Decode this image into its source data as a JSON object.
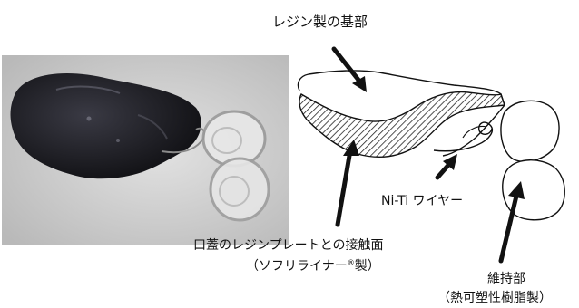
{
  "labels": {
    "resin_base": "レジン製の基部",
    "wire": "Ni-Ti ワイヤー",
    "palate_contact": "口蓋のレジンプレートとの接触面",
    "palate_contact_sub_pre": "（ソフリライナー",
    "palate_contact_sub_mark": "®",
    "palate_contact_sub_post": "製）",
    "retainer": "維持部",
    "retainer_sub": "（熱可塑性樹脂製）"
  },
  "colors": {
    "photo_background": "#d6d6d6",
    "resin": "#1e1e22",
    "outline": "#111111",
    "hatch": "#222222"
  }
}
